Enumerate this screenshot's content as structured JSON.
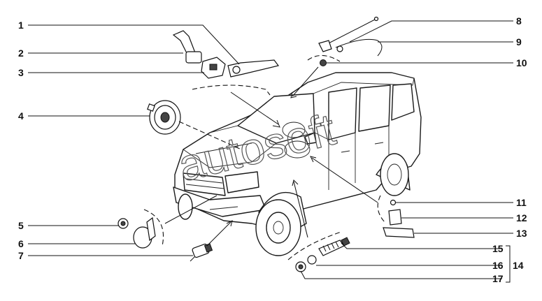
{
  "watermark": "autosoft",
  "callouts": [
    {
      "number": "1"
    },
    {
      "number": "2"
    },
    {
      "number": "3"
    },
    {
      "number": "4"
    },
    {
      "number": "5"
    },
    {
      "number": "6"
    },
    {
      "number": "7"
    },
    {
      "number": "8"
    },
    {
      "number": "9"
    },
    {
      "number": "10"
    },
    {
      "number": "11"
    },
    {
      "number": "12"
    },
    {
      "number": "13"
    },
    {
      "number": "15"
    },
    {
      "number": "16"
    },
    {
      "number": "17"
    }
  ],
  "group_bracket": {
    "number": "14"
  }
}
